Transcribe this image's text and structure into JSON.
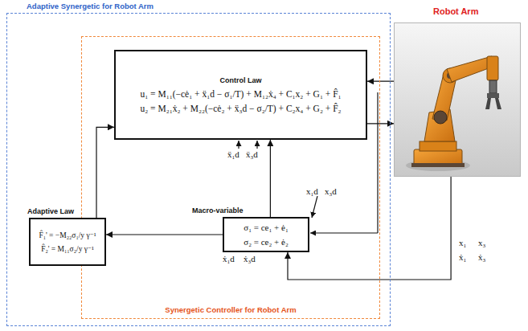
{
  "diagram": {
    "nodes": [
      {
        "text": [
          "Adaptive Synergetic for Robot Arm"
        ]
      },
      {
        "text": [
          "Synergetic Controller for Robot Arm"
        ],
        "in": 0
      },
      {
        "text": [
          "Control Law",
          "u₁ = M₁₁(−cė₁ + ẍ₁d − σ₁/T) + M₁₂ẋ₄ + C₁x₂ + G₁ + F̂₁",
          "u₂ = M₂₁ẋ₂ + M₂₂(−cė₂ + ẍ₃d − σ₂/T) + C₂x₄ + G₂ + F̂₂"
        ],
        "in": 1
      },
      {
        "text": [
          "Adaptive Law",
          "F̂₁' = −M₂₂σ₁/y γ⁻¹",
          "F̂₂' = M₁₁σ₂/y γ⁻¹"
        ],
        "in": 0
      },
      {
        "text": [
          "Macro-variable",
          "σ₁ = ce₁ + ė₁",
          "σ₂ = ce₂ + ė₂"
        ],
        "in": 1
      },
      {
        "text": [
          "Robot Arm"
        ]
      }
    ],
    "edges": [
      {
        "from": 2,
        "to": 5,
        "arrow": "to"
      },
      {
        "from": 5,
        "to": 2,
        "arrow": "to"
      },
      {
        "from": 5,
        "to": 4,
        "arrow": "to"
      },
      {
        "from": 4,
        "to": 3,
        "arrow": "to"
      },
      {
        "from": 3,
        "to": 2,
        "arrow": "to"
      },
      {
        "from": 4,
        "to": 2,
        "arrow": "to"
      }
    ],
    "labels": [
      "ẍ₁d",
      "ẍ₃d",
      "x₁d",
      "x₃d",
      "ẋ₁d",
      "ẋ₃d",
      "x₁",
      "x₃",
      "ẋ₁",
      "ẋ₃"
    ]
  }
}
